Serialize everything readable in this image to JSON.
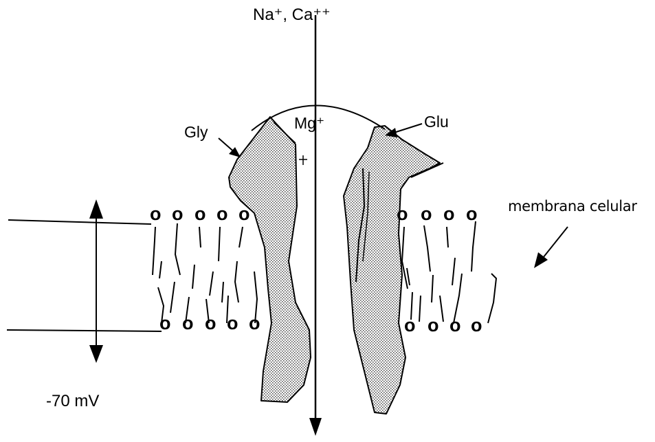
{
  "figure": {
    "ions_label": "Na⁺, Ca⁺⁺",
    "glycine_label": "Gly",
    "magnesium_label": "Mg⁺",
    "glutamate_label": "Glu",
    "membrane_label": "membrana celular",
    "voltage_label": "-70 mV",
    "head_glyph": "o",
    "colors": {
      "ink": "#000000",
      "channel_fill": "#a9a9a9",
      "background": "#ffffff"
    }
  }
}
